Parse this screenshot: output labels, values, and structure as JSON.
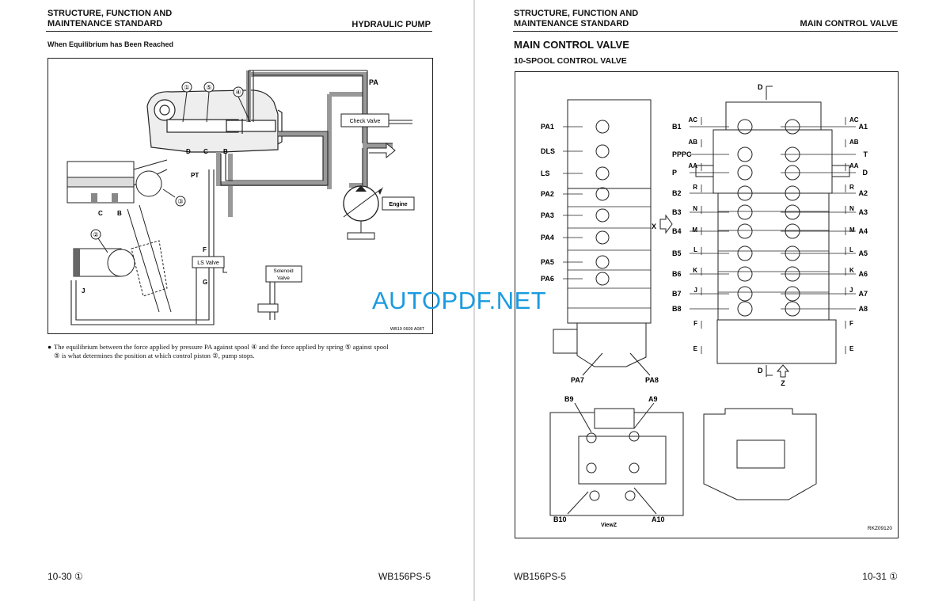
{
  "left_page": {
    "header_line1": "STRUCTURE, FUNCTION AND",
    "header_line2": "MAINTENANCE STANDARD",
    "header_right": "HYDRAULIC PUMP",
    "subtitle": "When Equilibrium has Been Reached",
    "figure_code": "WB10 0609 A08T",
    "labels": {
      "pa": "PA",
      "check_valve": "Check Valve",
      "engine": "Engine",
      "ls_valve": "LS Valve",
      "solenoid_valve_1": "Solenoid",
      "solenoid_valve_2": "Valve",
      "d": "D",
      "c": "C",
      "b": "B",
      "pt": "PT",
      "f": "F",
      "g": "G",
      "j": "J",
      "c2": "C",
      "b2": "B",
      "n1": "①",
      "n2": "②",
      "n3": "③",
      "n4": "④",
      "n5": "⑤"
    },
    "paragraph_line1": "The equilibrium between the force applied by pressure PA against spool ④ and the force applied by spring ⑤ against spool",
    "paragraph_line2": "⑤ is what determines the position at which control piston ②, pump stops.",
    "footer_left": "10-30 ①",
    "footer_right": "WB156PS-5"
  },
  "right_page": {
    "header_line1": "STRUCTURE, FUNCTION AND",
    "header_line2": "MAINTENANCE STANDARD",
    "header_right": "MAIN CONTROL VALVE",
    "title": "MAIN CONTROL VALVE",
    "subtitle": "10-SPOOL CONTROL VALVE",
    "figure_code": "RKZ09120",
    "left_view_labels": [
      "PA1",
      "DLS",
      "LS",
      "PA2",
      "PA3",
      "PA4",
      "PA5",
      "PA6",
      "PA7",
      "PA8"
    ],
    "bottom_left_labels": {
      "pa7": "PA7",
      "pa8": "PA8"
    },
    "center_left_labels": [
      "B1",
      "PPPC",
      "P",
      "B2",
      "B3",
      "B4",
      "B5",
      "B6",
      "B7",
      "B8"
    ],
    "center_right_labels": [
      "A1",
      "T",
      "D",
      "A2",
      "A3",
      "A4",
      "A5",
      "A6",
      "A7",
      "A8"
    ],
    "section_left": [
      "AC",
      "AB",
      "AA",
      "R",
      "N",
      "M",
      "L",
      "K",
      "J",
      "F",
      "E"
    ],
    "section_right": [
      "AC",
      "AB",
      "AA",
      "R",
      "N",
      "M",
      "L",
      "K",
      "J",
      "F",
      "E"
    ],
    "view_markers": {
      "d_top": "D",
      "d_bottom": "D",
      "x": "X",
      "z": "Z"
    },
    "view_z_labels": {
      "b9": "B9",
      "a9": "A9",
      "b10": "B10",
      "a10": "A10",
      "caption": "ViewZ"
    },
    "footer_left": "WB156PS-5",
    "footer_right": "10-31 ①"
  },
  "watermark": "AUTOPDF.NET",
  "colors": {
    "watermark": "#1a9be0",
    "line": "#222222",
    "shade": "#c8c8c8"
  }
}
